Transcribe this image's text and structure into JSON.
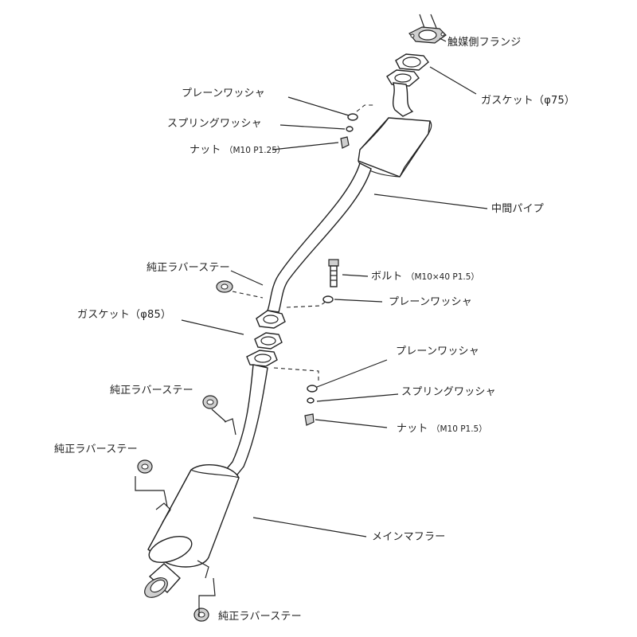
{
  "labels": {
    "catalyst_flange": "触媒側フランジ",
    "gasket_75": "ガスケット（φ75）",
    "plain_washer_top": "プレーンワッシャ",
    "spring_washer_top": "スプリングワッシャ",
    "nut_top": "ナット",
    "nut_top_spec": "（M10 P1.25）",
    "center_pipe": "中間パイプ",
    "rubber_stay_1": "純正ラバーステー",
    "bolt": "ボルト",
    "bolt_spec": "（M10×40  P1.5）",
    "plain_washer_mid": "プレーンワッシャ",
    "gasket_85": "ガスケット（φ85）",
    "plain_washer_low": "プレーンワッシャ",
    "rubber_stay_2": "純正ラバーステー",
    "spring_washer_low": "スプリングワッシャ",
    "nut_low": "ナット",
    "nut_low_spec": "（M10 P1.5）",
    "rubber_stay_3": "純正ラバーステー",
    "main_muffler": "メインマフラー",
    "rubber_stay_4": "純正ラバーステー"
  }
}
